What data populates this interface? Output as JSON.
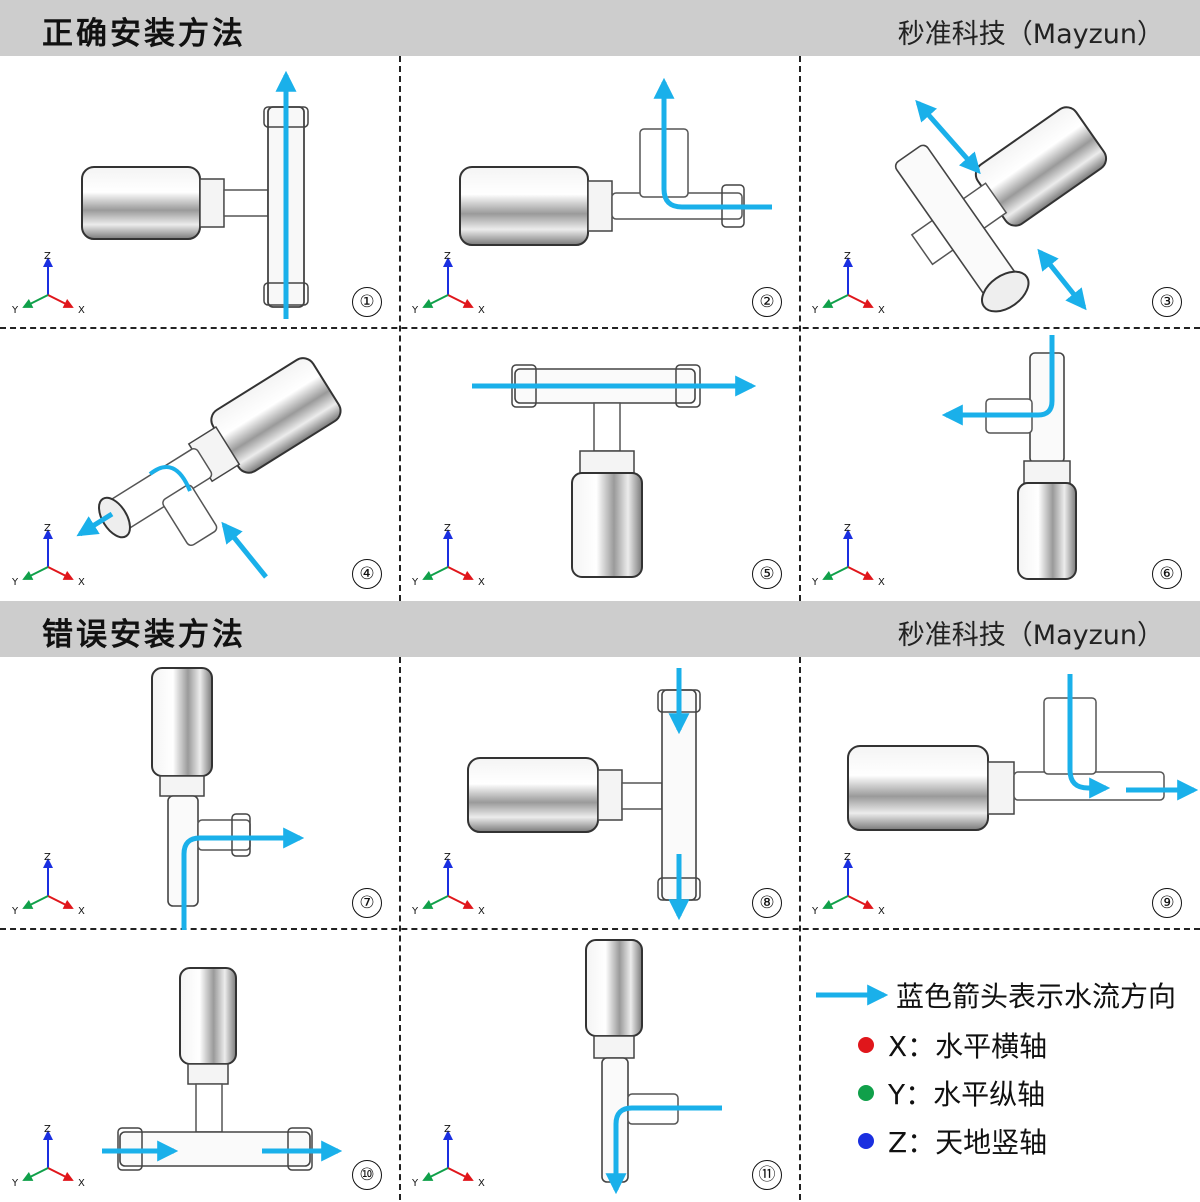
{
  "sections": {
    "correct_title": "正确安装方法",
    "wrong_title": "错误安装方法",
    "brand": "秒准科技（Mayzun）"
  },
  "axis_labels": {
    "x": "X",
    "y": "Y",
    "z": "Z"
  },
  "panels": {
    "p1": "①",
    "p2": "②",
    "p3": "③",
    "p4": "④",
    "p5": "⑤",
    "p6": "⑥",
    "p7": "⑦",
    "p8": "⑧",
    "p9": "⑨",
    "p10": "⑩",
    "p11": "⑪"
  },
  "legend": {
    "arrow_text": "蓝色箭头表示水流方向",
    "x_text": "X：水平横轴",
    "y_text": "Y：水平纵轴",
    "z_text": "Z：天地竖轴"
  },
  "colors": {
    "arrow": "#1ab0ea",
    "header_bg": "#cdcdcd",
    "x_axis": "#e0161b",
    "y_axis": "#10a04a",
    "z_axis": "#1a2fe0"
  },
  "icons": [
    "tee-valve-icon",
    "flow-arrow-icon",
    "axis-triad-icon"
  ]
}
